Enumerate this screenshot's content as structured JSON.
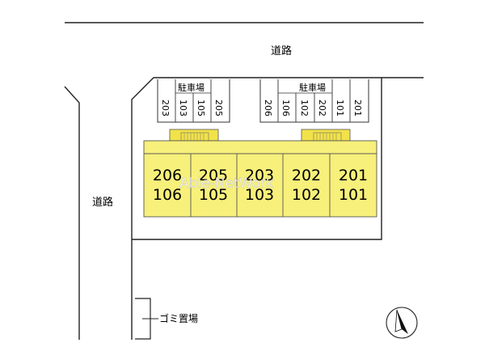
{
  "roads": {
    "north_label": "道路",
    "west_label": "道路"
  },
  "parking": {
    "left": {
      "label": "駐車場",
      "slots": [
        "203",
        "103",
        "105",
        "205"
      ]
    },
    "right": {
      "label": "駐車場",
      "slots": [
        "206",
        "106",
        "102",
        "202",
        "101",
        "201"
      ]
    }
  },
  "building": {
    "units": [
      {
        "upper": "206",
        "lower": "106"
      },
      {
        "upper": "205",
        "lower": "105"
      },
      {
        "upper": "203",
        "lower": "103"
      },
      {
        "upper": "202",
        "lower": "102"
      },
      {
        "upper": "201",
        "lower": "101"
      }
    ],
    "fill_color": "#f7f07a",
    "stair_color": "#f2e24a"
  },
  "trash": {
    "label": "ゴミ置場"
  },
  "watermark": "Able-NetWork",
  "compass": {
    "icon": "north-arrow-icon"
  }
}
